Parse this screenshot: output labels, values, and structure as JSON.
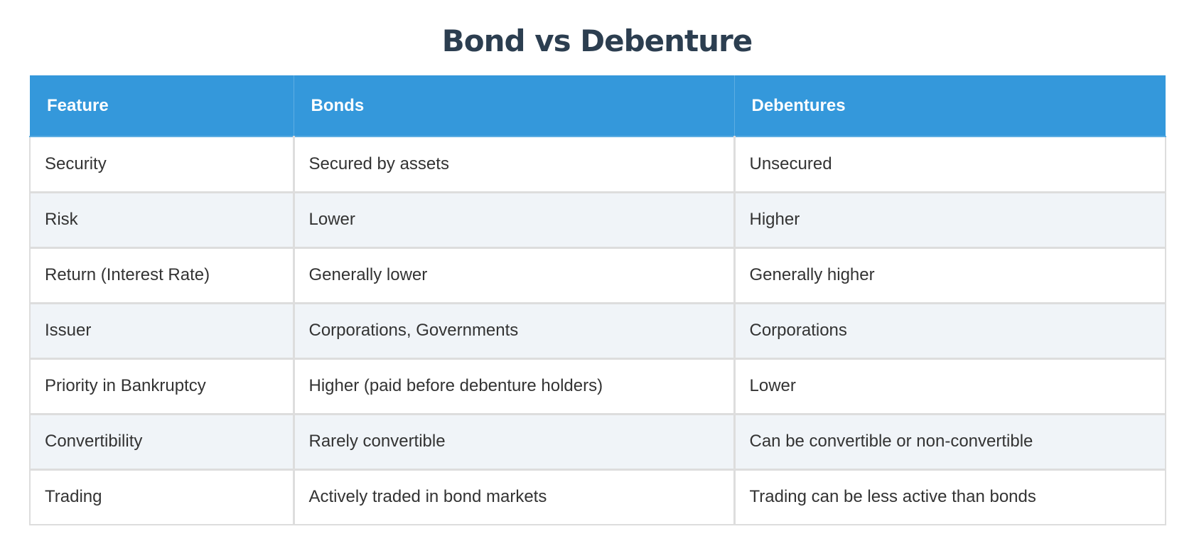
{
  "title": "Bond vs Debenture",
  "table": {
    "headers": [
      "Feature",
      "Bonds",
      "Debentures"
    ],
    "rows": [
      [
        "Security",
        "Secured by assets",
        "Unsecured"
      ],
      [
        "Risk",
        "Lower",
        "Higher"
      ],
      [
        "Return (Interest Rate)",
        "Generally lower",
        "Generally higher"
      ],
      [
        "Issuer",
        "Corporations, Governments",
        "Corporations"
      ],
      [
        "Priority in Bankruptcy",
        "Higher (paid before debenture holders)",
        "Lower"
      ],
      [
        "Convertibility",
        "Rarely convertible",
        "Can be convertible or non-convertible"
      ],
      [
        "Trading",
        "Actively traded in bond markets",
        "Trading can be less active than bonds"
      ]
    ]
  },
  "colors": {
    "title": "#2c3e50",
    "header_bg": "#3498db",
    "header_text": "#ffffff",
    "stripe_bg": "#f0f4f8",
    "border": "#dddddd",
    "body_text": "#333333"
  }
}
